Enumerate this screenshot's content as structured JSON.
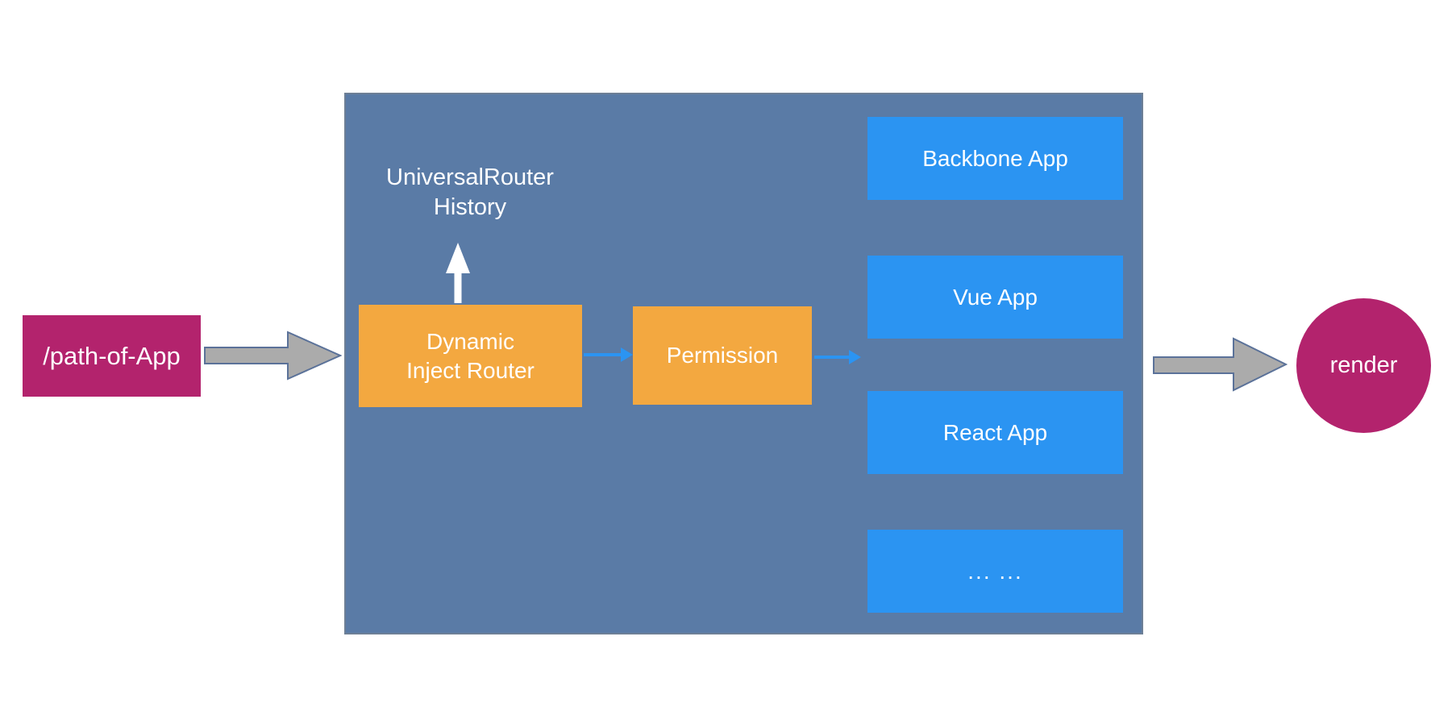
{
  "diagram": {
    "input_box": {
      "label": "/path-of-App"
    },
    "universal_router": {
      "line1": "UniversalRouter",
      "line2": "History"
    },
    "dynamic_inject_router": {
      "line1": "Dynamic",
      "line2": "Inject Router"
    },
    "permission": {
      "label": "Permission"
    },
    "apps": [
      {
        "label": "Backbone App"
      },
      {
        "label": "Vue App"
      },
      {
        "label": "React App"
      },
      {
        "label": "... ..."
      }
    ],
    "output_circle": {
      "label": "render"
    },
    "colors": {
      "container_fill": "#5A7BA6",
      "container_border": "#6D7F96",
      "app_box_fill": "#2B94F2",
      "process_box_fill": "#F3A840",
      "terminal_fill": "#B3236D",
      "gray_arrow_fill": "#ABABAB",
      "gray_arrow_stroke": "#5B7299",
      "blue_arrow": "#2B94F2",
      "label_text": "#FFFFFF"
    }
  }
}
